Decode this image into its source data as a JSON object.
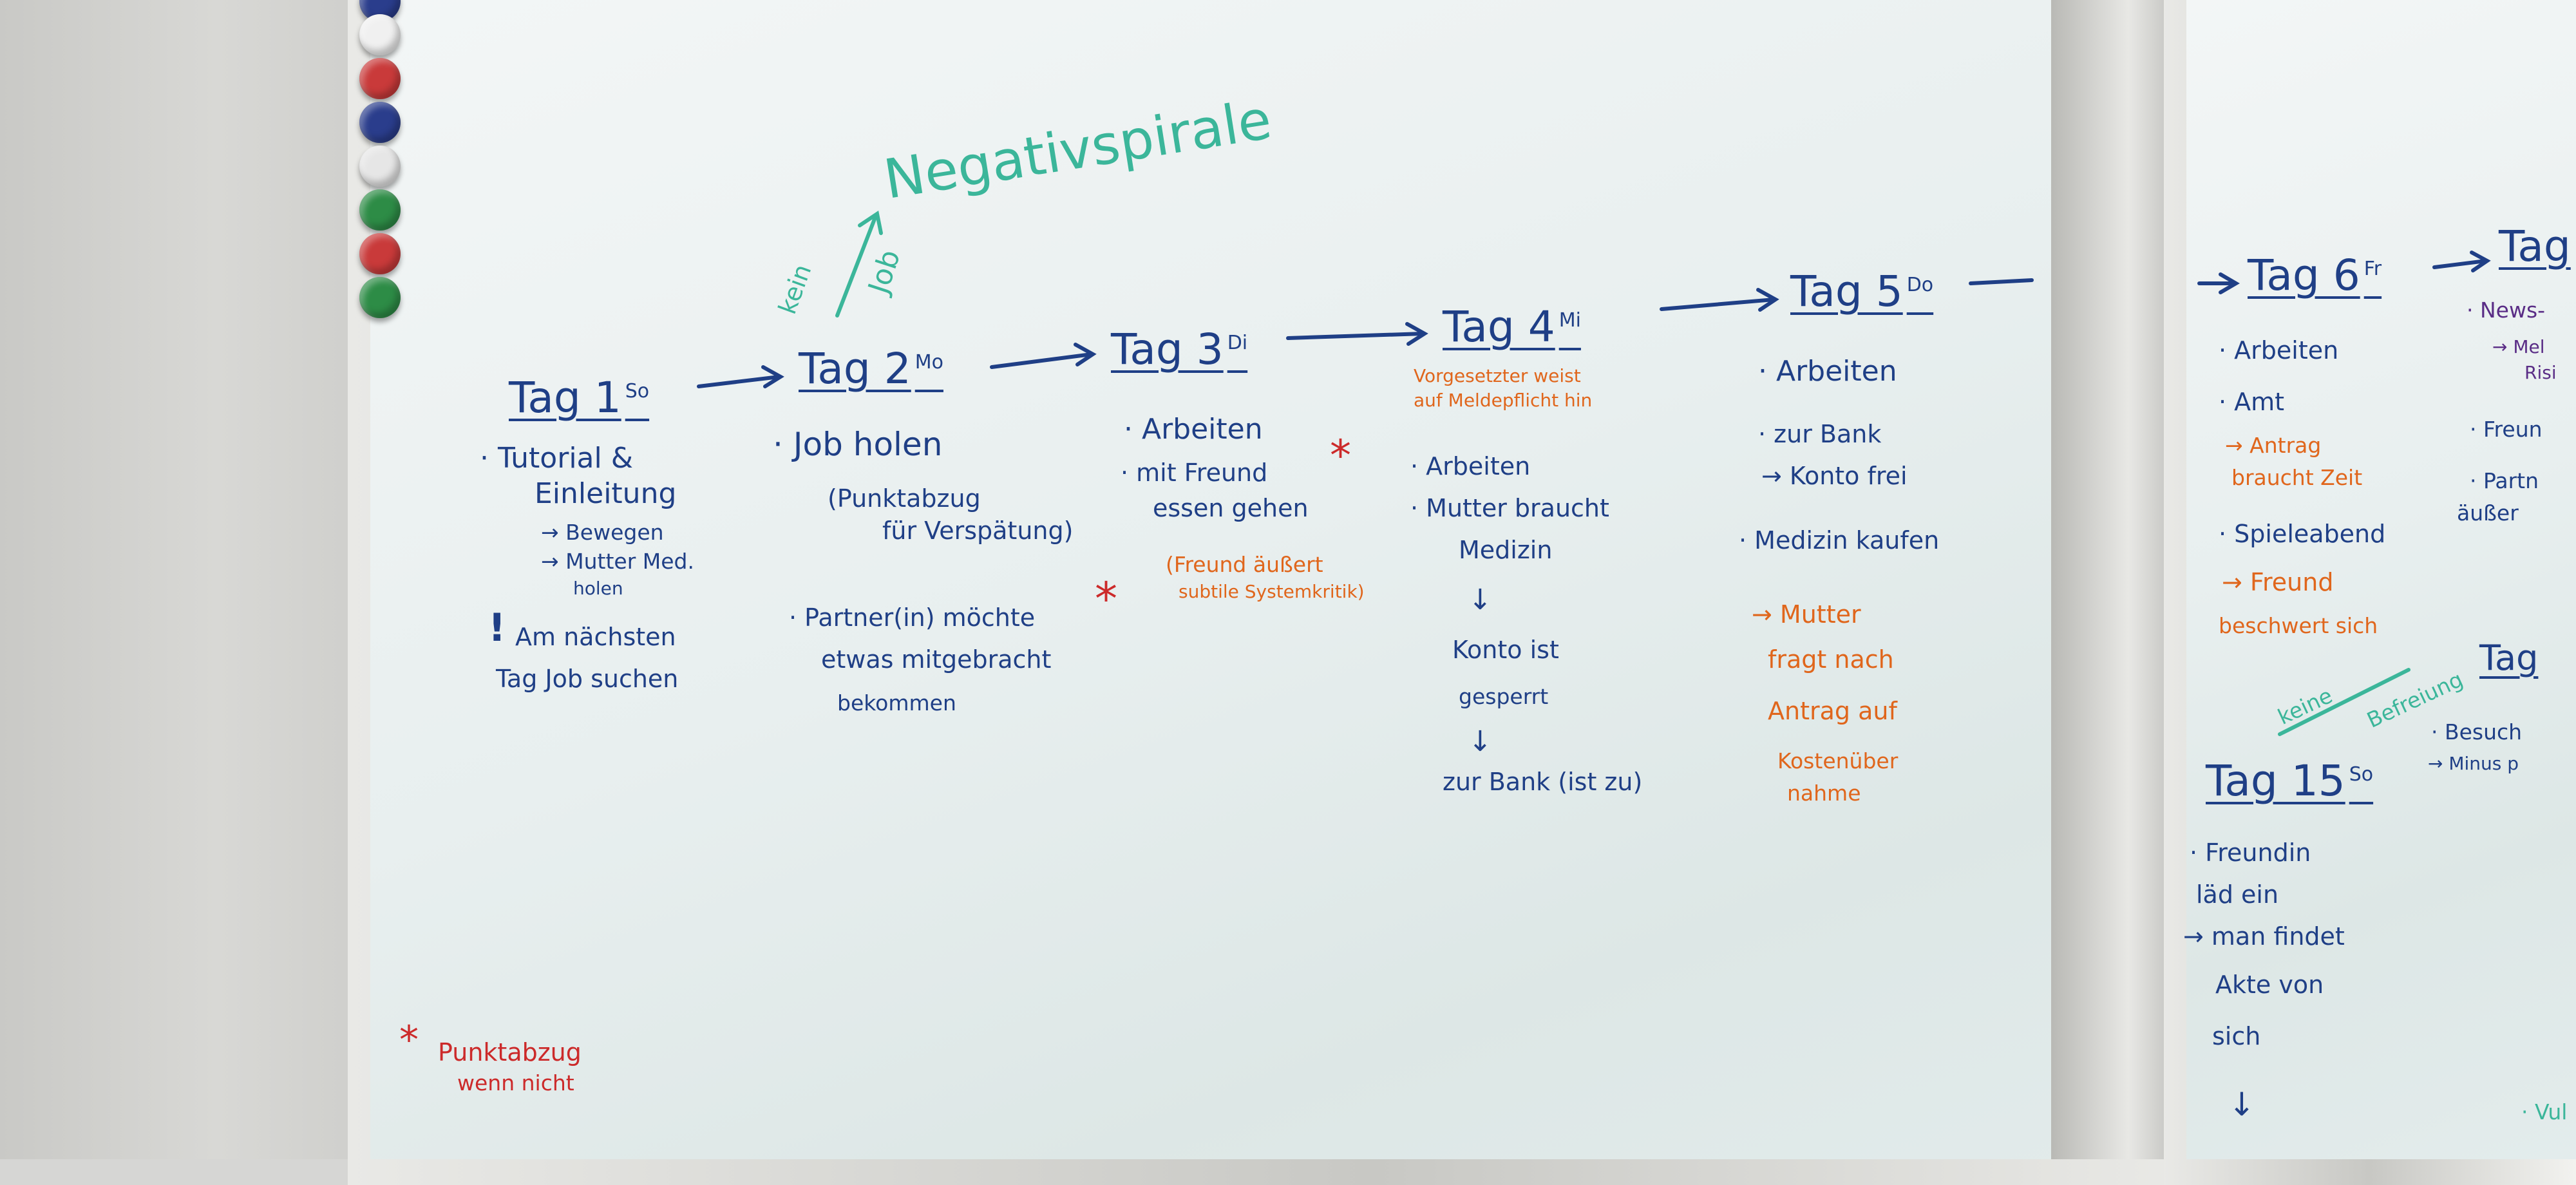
{
  "magnets": [
    "#f2f2f2",
    "#c93a3a",
    "#2a3d8c",
    "#e8e8e8",
    "#2d8c46",
    "#c93a3a",
    "#2d8c46"
  ],
  "spiral": {
    "title": "Negativspirale",
    "kein": "kein",
    "job": "Job"
  },
  "day1": {
    "title": "Tag 1",
    "sup": "So",
    "items": [
      "· Tutorial &",
      "Einleitung",
      "→ Bewegen",
      "→ Mutter Med.",
      "holen"
    ],
    "note_mark": "!",
    "note": [
      "Am nächsten",
      "Tag Job suchen"
    ]
  },
  "day2": {
    "title": "Tag 2",
    "sup": "Mo",
    "items": [
      "· Job holen",
      "(Punktabzug",
      "für Verspätung)"
    ],
    "partner": [
      "· Partner(in) möchte",
      "etwas mitgebracht",
      "bekommen"
    ],
    "star": "*"
  },
  "day3": {
    "title": "Tag 3",
    "sup": "Di",
    "items": [
      "· Arbeiten",
      "· mit Freund",
      "essen gehen"
    ],
    "star": "*",
    "note": [
      "(Freund äußert",
      "subtile Systemkritik)"
    ]
  },
  "day4": {
    "title": "Tag 4",
    "sup": "Mi",
    "boss": [
      "Vorgesetzter weist",
      "auf Meldepflicht hin"
    ],
    "items": [
      "· Arbeiten",
      "· Mutter braucht",
      "Medizin",
      "↓",
      "Konto ist",
      "gesperrt",
      "↓",
      "zur Bank (ist zu)"
    ]
  },
  "day5": {
    "title": "Tag 5",
    "sup": "Do",
    "items": [
      "· Arbeiten",
      "· zur Bank",
      "→ Konto frei",
      "· Medizin kaufen"
    ],
    "mother": [
      "→ Mutter",
      "fragt nach",
      "Antrag auf",
      "Kostenüber",
      "nahme"
    ]
  },
  "day6": {
    "title": "Tag 6",
    "sup": "Fr",
    "items": [
      "· Arbeiten",
      "· Amt",
      "· Spieleabend"
    ],
    "orange": [
      "→ Antrag",
      "braucht Zeit",
      "→ Freund",
      "beschwert sich"
    ]
  },
  "day7": {
    "title": "Tag",
    "items": [
      "· News-",
      "→ Mel",
      "Risi",
      "· Freun",
      "· Partn",
      "äußer"
    ]
  },
  "keine": {
    "line1": "keine",
    "line2": "Befreiung"
  },
  "daymid": {
    "title": "Tag",
    "items": [
      "· Besuch",
      "→ Minus p"
    ]
  },
  "day15": {
    "title": "Tag 15",
    "sup": "So",
    "items": [
      "· Freundin",
      "läd ein",
      "→ man findet",
      "Akte von",
      "sich",
      "↓"
    ]
  },
  "legend": {
    "star": "*",
    "line1": "Punktabzug",
    "line2": "wenn nicht"
  },
  "corner": "· Vul"
}
